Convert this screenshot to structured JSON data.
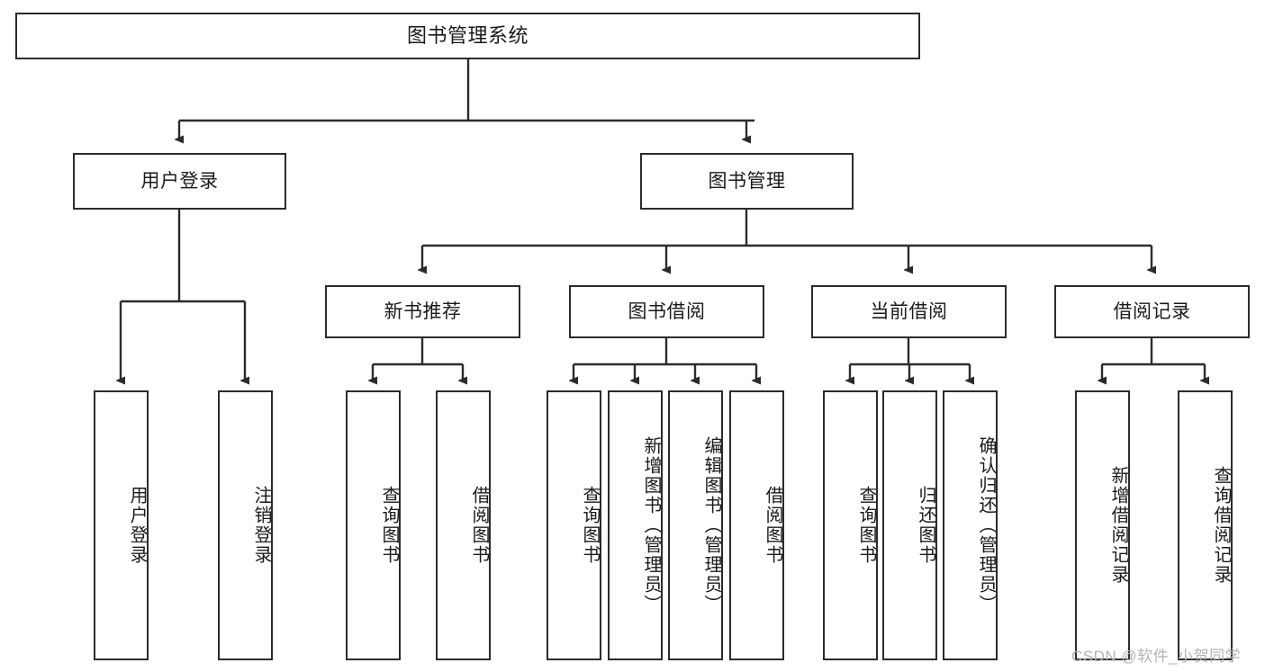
{
  "diagram": {
    "type": "tree",
    "title": "图书管理系统",
    "watermark": "CSDN @软件_小贺同学",
    "colors": {
      "box_border": "#2b2b2b",
      "box_fill": "#ffffff",
      "connector": "#2b2b2b",
      "text": "#1a1a1a",
      "watermark": "#b3b3b3"
    },
    "levels": {
      "root": {
        "label": "图书管理系统"
      },
      "level2": [
        {
          "label": "用户登录"
        },
        {
          "label": "图书管理"
        }
      ],
      "level3": [
        {
          "label": "新书推荐"
        },
        {
          "label": "图书借阅"
        },
        {
          "label": "当前借阅"
        },
        {
          "label": "借阅记录"
        }
      ],
      "leaves": {
        "user_login": [
          {
            "label": "用户登录"
          },
          {
            "label": "注销登录"
          }
        ],
        "new_book": [
          {
            "label": "查询图书"
          },
          {
            "label": "借阅图书"
          }
        ],
        "book_borrow": [
          {
            "label": "查询图书"
          },
          {
            "label": "新增图书（管理员）"
          },
          {
            "label": "编辑图书（管理员）"
          },
          {
            "label": "借阅图书"
          }
        ],
        "current_borrow": [
          {
            "label": "查询图书"
          },
          {
            "label": "归还图书"
          },
          {
            "label": "确认归还（管理员）"
          }
        ],
        "borrow_record": [
          {
            "label": "新增借阅记录"
          },
          {
            "label": "查询借阅记录"
          }
        ]
      }
    }
  }
}
